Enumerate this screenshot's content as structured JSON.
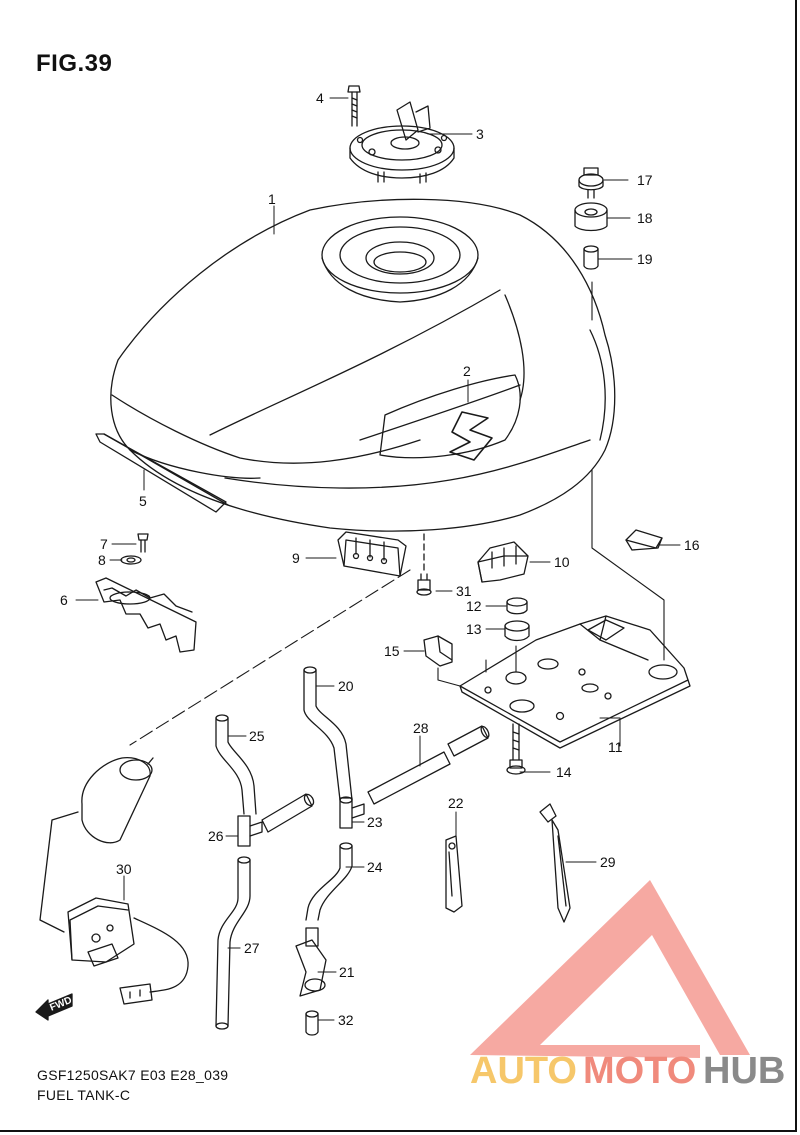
{
  "figure": {
    "title": "FIG.39",
    "model_code": "GSF1250SAK7 E03 E28_039",
    "name": "FUEL TANK-C"
  },
  "callouts": [
    "1",
    "2",
    "3",
    "4",
    "5",
    "6",
    "7",
    "8",
    "9",
    "10",
    "11",
    "12",
    "13",
    "14",
    "15",
    "16",
    "17",
    "18",
    "19",
    "20",
    "21",
    "22",
    "23",
    "24",
    "25",
    "26",
    "27",
    "28",
    "29",
    "30",
    "31",
    "32"
  ],
  "direction_label": "FWD",
  "watermark": {
    "part_auto": "AUTO",
    "part_moto": "MOTO",
    "part_hub": "HUB",
    "color_auto": "#f6c76a",
    "color_moto": "#f08a7c",
    "color_hub": "#8a8a8a",
    "triangle_color": "#f59a92"
  },
  "colors": {
    "line": "#1a1a1a",
    "background": "#ffffff"
  }
}
